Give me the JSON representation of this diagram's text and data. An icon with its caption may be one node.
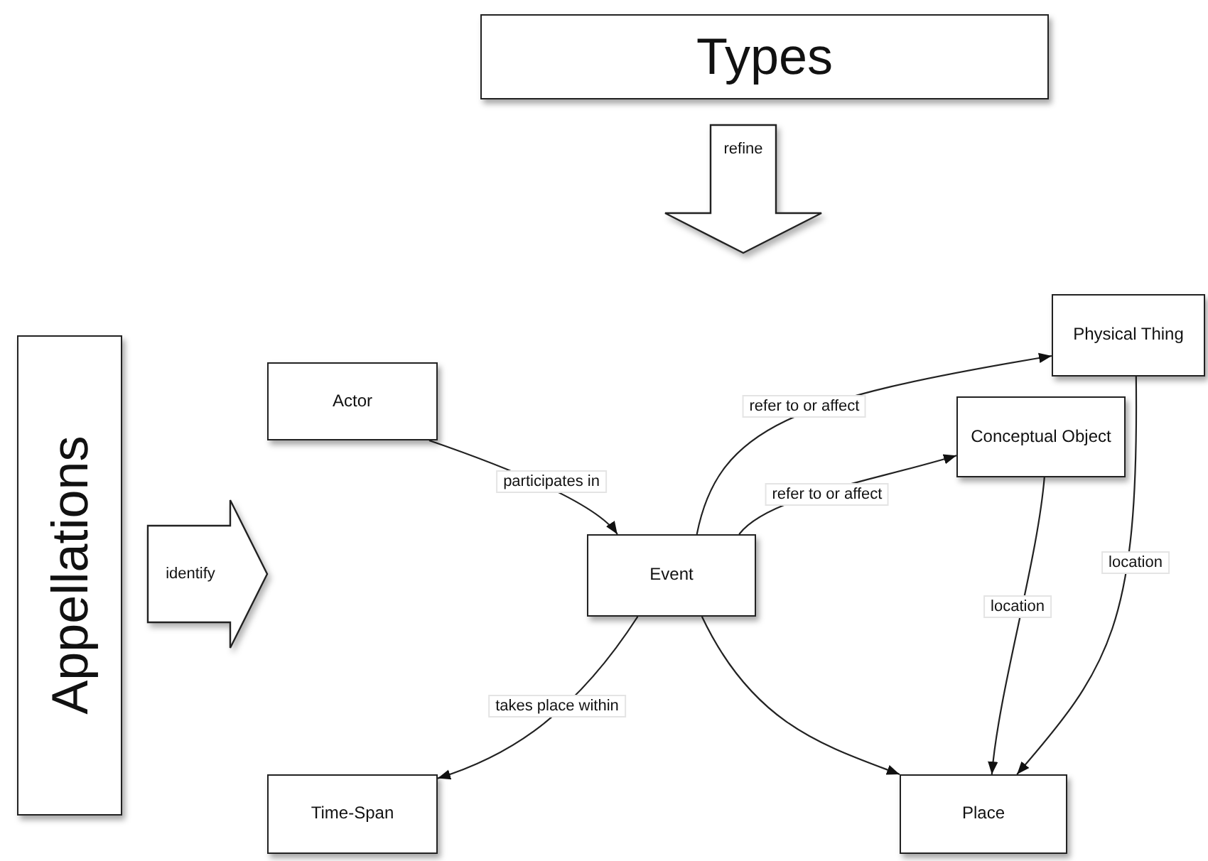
{
  "diagram": {
    "nodes": [
      {
        "text": [
          "Types"
        ]
      },
      {
        "text": [
          "refine"
        ]
      },
      {
        "text": [
          "Appellations"
        ]
      },
      {
        "text": [
          "identify"
        ]
      },
      {
        "text": [
          "Actor"
        ]
      },
      {
        "text": [
          "Event"
        ]
      },
      {
        "text": [
          "Physical Thing"
        ]
      },
      {
        "text": [
          "Conceptual Object"
        ]
      },
      {
        "text": [
          "Time-Span"
        ]
      },
      {
        "text": [
          "Place"
        ]
      }
    ],
    "edges": [
      {
        "from": 4,
        "to": 5,
        "arrow": "to",
        "label": "participates in"
      },
      {
        "from": 5,
        "to": 6,
        "arrow": "to",
        "label": "refer to or affect"
      },
      {
        "from": 5,
        "to": 7,
        "arrow": "to",
        "label": "refer to or affect"
      },
      {
        "from": 5,
        "to": 8,
        "arrow": "to",
        "label": "takes place within"
      },
      {
        "from": 5,
        "to": 9,
        "arrow": "to"
      },
      {
        "from": 7,
        "to": 9,
        "arrow": "to",
        "label": "location"
      },
      {
        "from": 6,
        "to": 9,
        "arrow": "to",
        "label": "location"
      }
    ]
  }
}
